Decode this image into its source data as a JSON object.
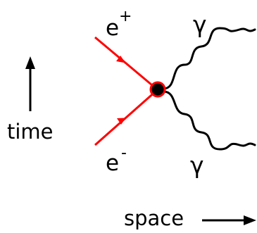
{
  "labels": {
    "time": "time",
    "space": "space",
    "positron": "e",
    "positron_charge": "+",
    "electron": "e",
    "electron_charge": "-",
    "photon_top": "γ",
    "photon_bottom": "γ"
  },
  "colors": {
    "fermion_line": "#ff0000",
    "photon_line": "#000000",
    "vertex_fill": "#000000",
    "vertex_ring": "#ff0000",
    "axis_arrow": "#000000",
    "text": "#000000"
  },
  "icons": {
    "time_axis": "up-arrow-icon",
    "space_axis": "right-arrow-icon"
  }
}
